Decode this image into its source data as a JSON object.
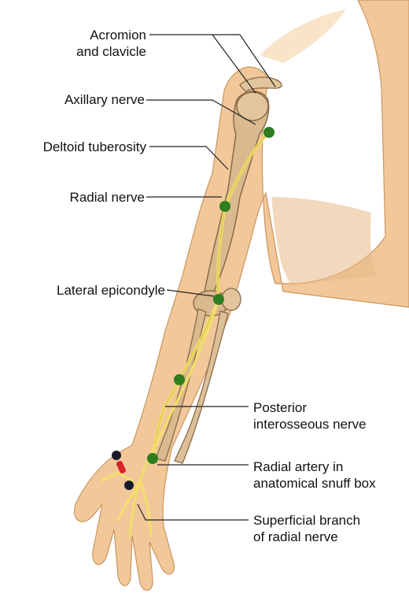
{
  "labels": {
    "acromion": [
      "Acromion",
      "and clavicle"
    ],
    "axillary": "Axillary nerve",
    "deltoid": "Deltoid tuberosity",
    "radial": "Radial nerve",
    "epicondyle": "Lateral epicondyle",
    "posterior": [
      "Posterior",
      "interosseous nerve"
    ],
    "artery": [
      "Radial artery in",
      "anatomical snuff box"
    ],
    "superficial": [
      "Superficial branch",
      "of radial nerve"
    ]
  },
  "colors": {
    "skin": "#f2c89a",
    "skin_shadow": "#e4b384",
    "bone": "#d9b98e",
    "bone_outline": "#8a6a48",
    "nerve": "#f3df6a",
    "nerve_point": "#2e7d1e",
    "artery_red": "#d9232a",
    "artery_dark": "#1a1a2e",
    "leader_line": "#222222"
  }
}
